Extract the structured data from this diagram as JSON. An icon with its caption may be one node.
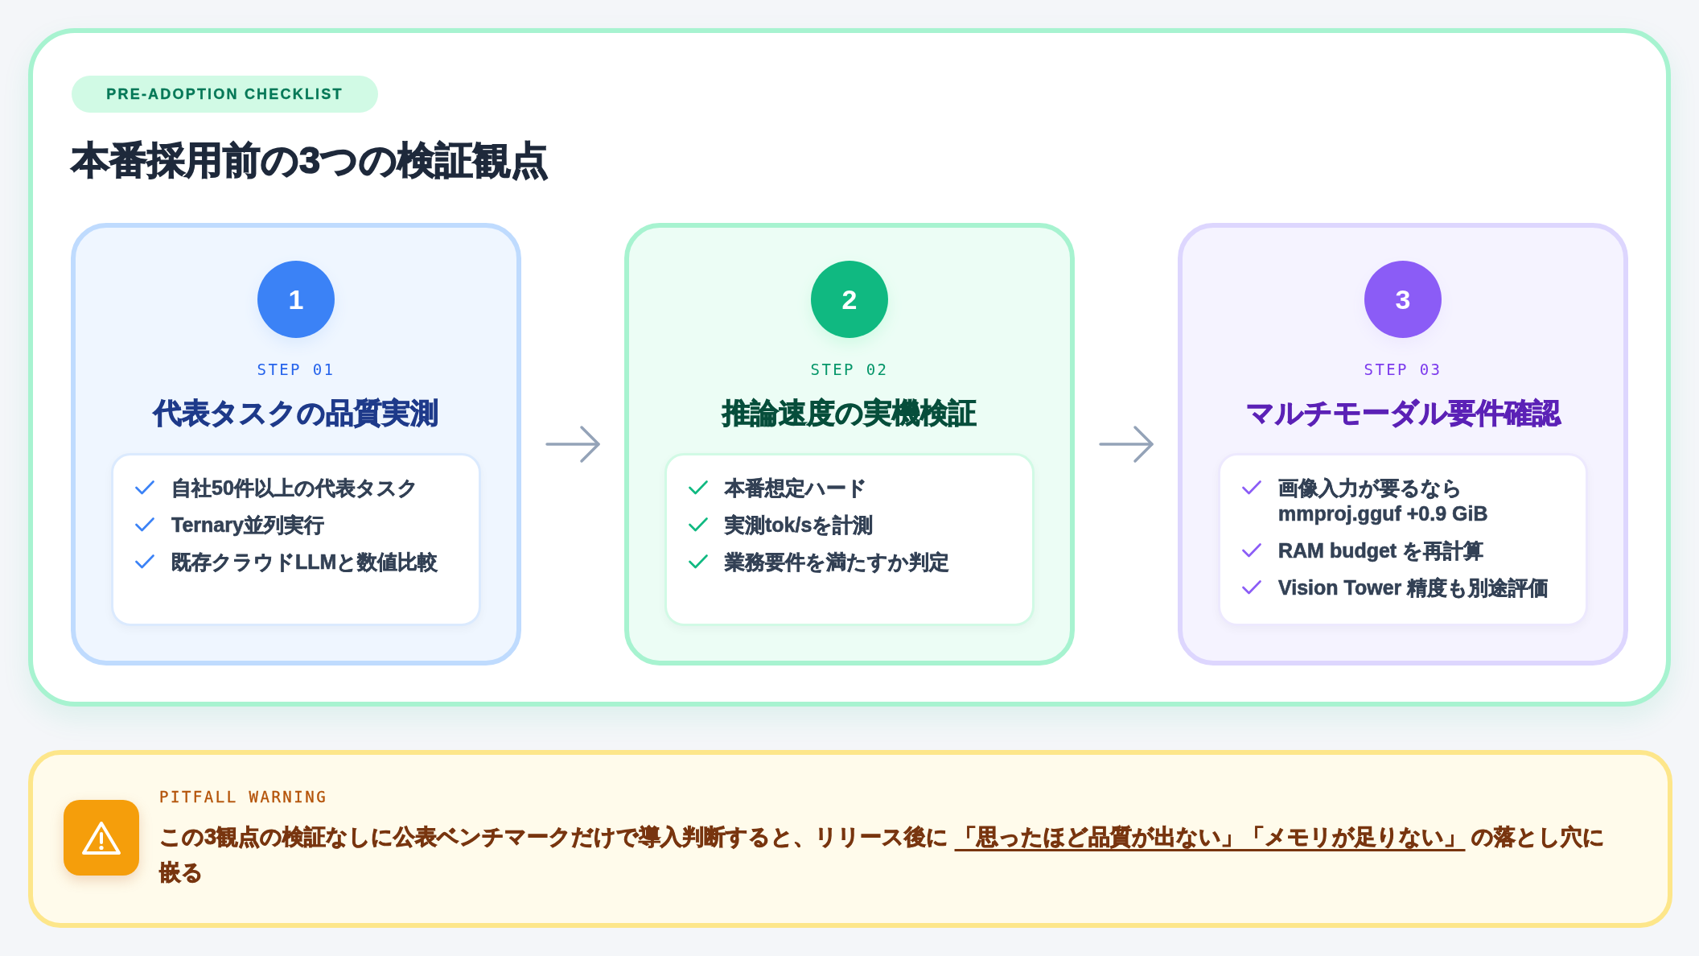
{
  "diagram": {
    "nodes": [
      {
        "text": [
          "本番採用前の3つの検証観点"
        ]
      },
      {
        "text": [
          "PRE-ADOPTION CHECKLIST"
        ],
        "in": 0
      },
      {
        "text": [
          "STEP 01",
          "代表タスクの品質実測"
        ],
        "in": 0
      },
      {
        "text": [
          "1"
        ],
        "in": 2
      },
      {
        "text": [
          "自社50件以上の代表タスク",
          "Ternary並列実行",
          "既存クラウドLLMと数値比較"
        ],
        "in": 2
      },
      {
        "text": [
          "STEP 02",
          "推論速度の実機検証"
        ],
        "in": 0
      },
      {
        "text": [
          "2"
        ],
        "in": 5
      },
      {
        "text": [
          "本番想定ハード",
          "実測tok/sを計測",
          "業務要件を満たすか判定"
        ],
        "in": 5
      },
      {
        "text": [
          "STEP 03",
          "マルチモーダル要件確認"
        ],
        "in": 0
      },
      {
        "text": [
          "3"
        ],
        "in": 8
      },
      {
        "text": [
          "画像入力が要るならmmproj.gguf +0.9 GiB",
          "RAM budget を再計算",
          "Vision Tower 精度も別途評価"
        ],
        "in": 8
      },
      {
        "text": [
          "PITFALL WARNING",
          "この3観点の検証なしに公表ベンチマークだけで導入判断すると、リリース後に *「思ったほど品質が出ない」「メモリが足りない」* の落とし穴に嵌る"
        ]
      }
    ],
    "edges": [
      {
        "from": 2,
        "to": 5,
        "arrow": "to"
      },
      {
        "from": 5,
        "to": 8,
        "arrow": "to"
      }
    ]
  }
}
